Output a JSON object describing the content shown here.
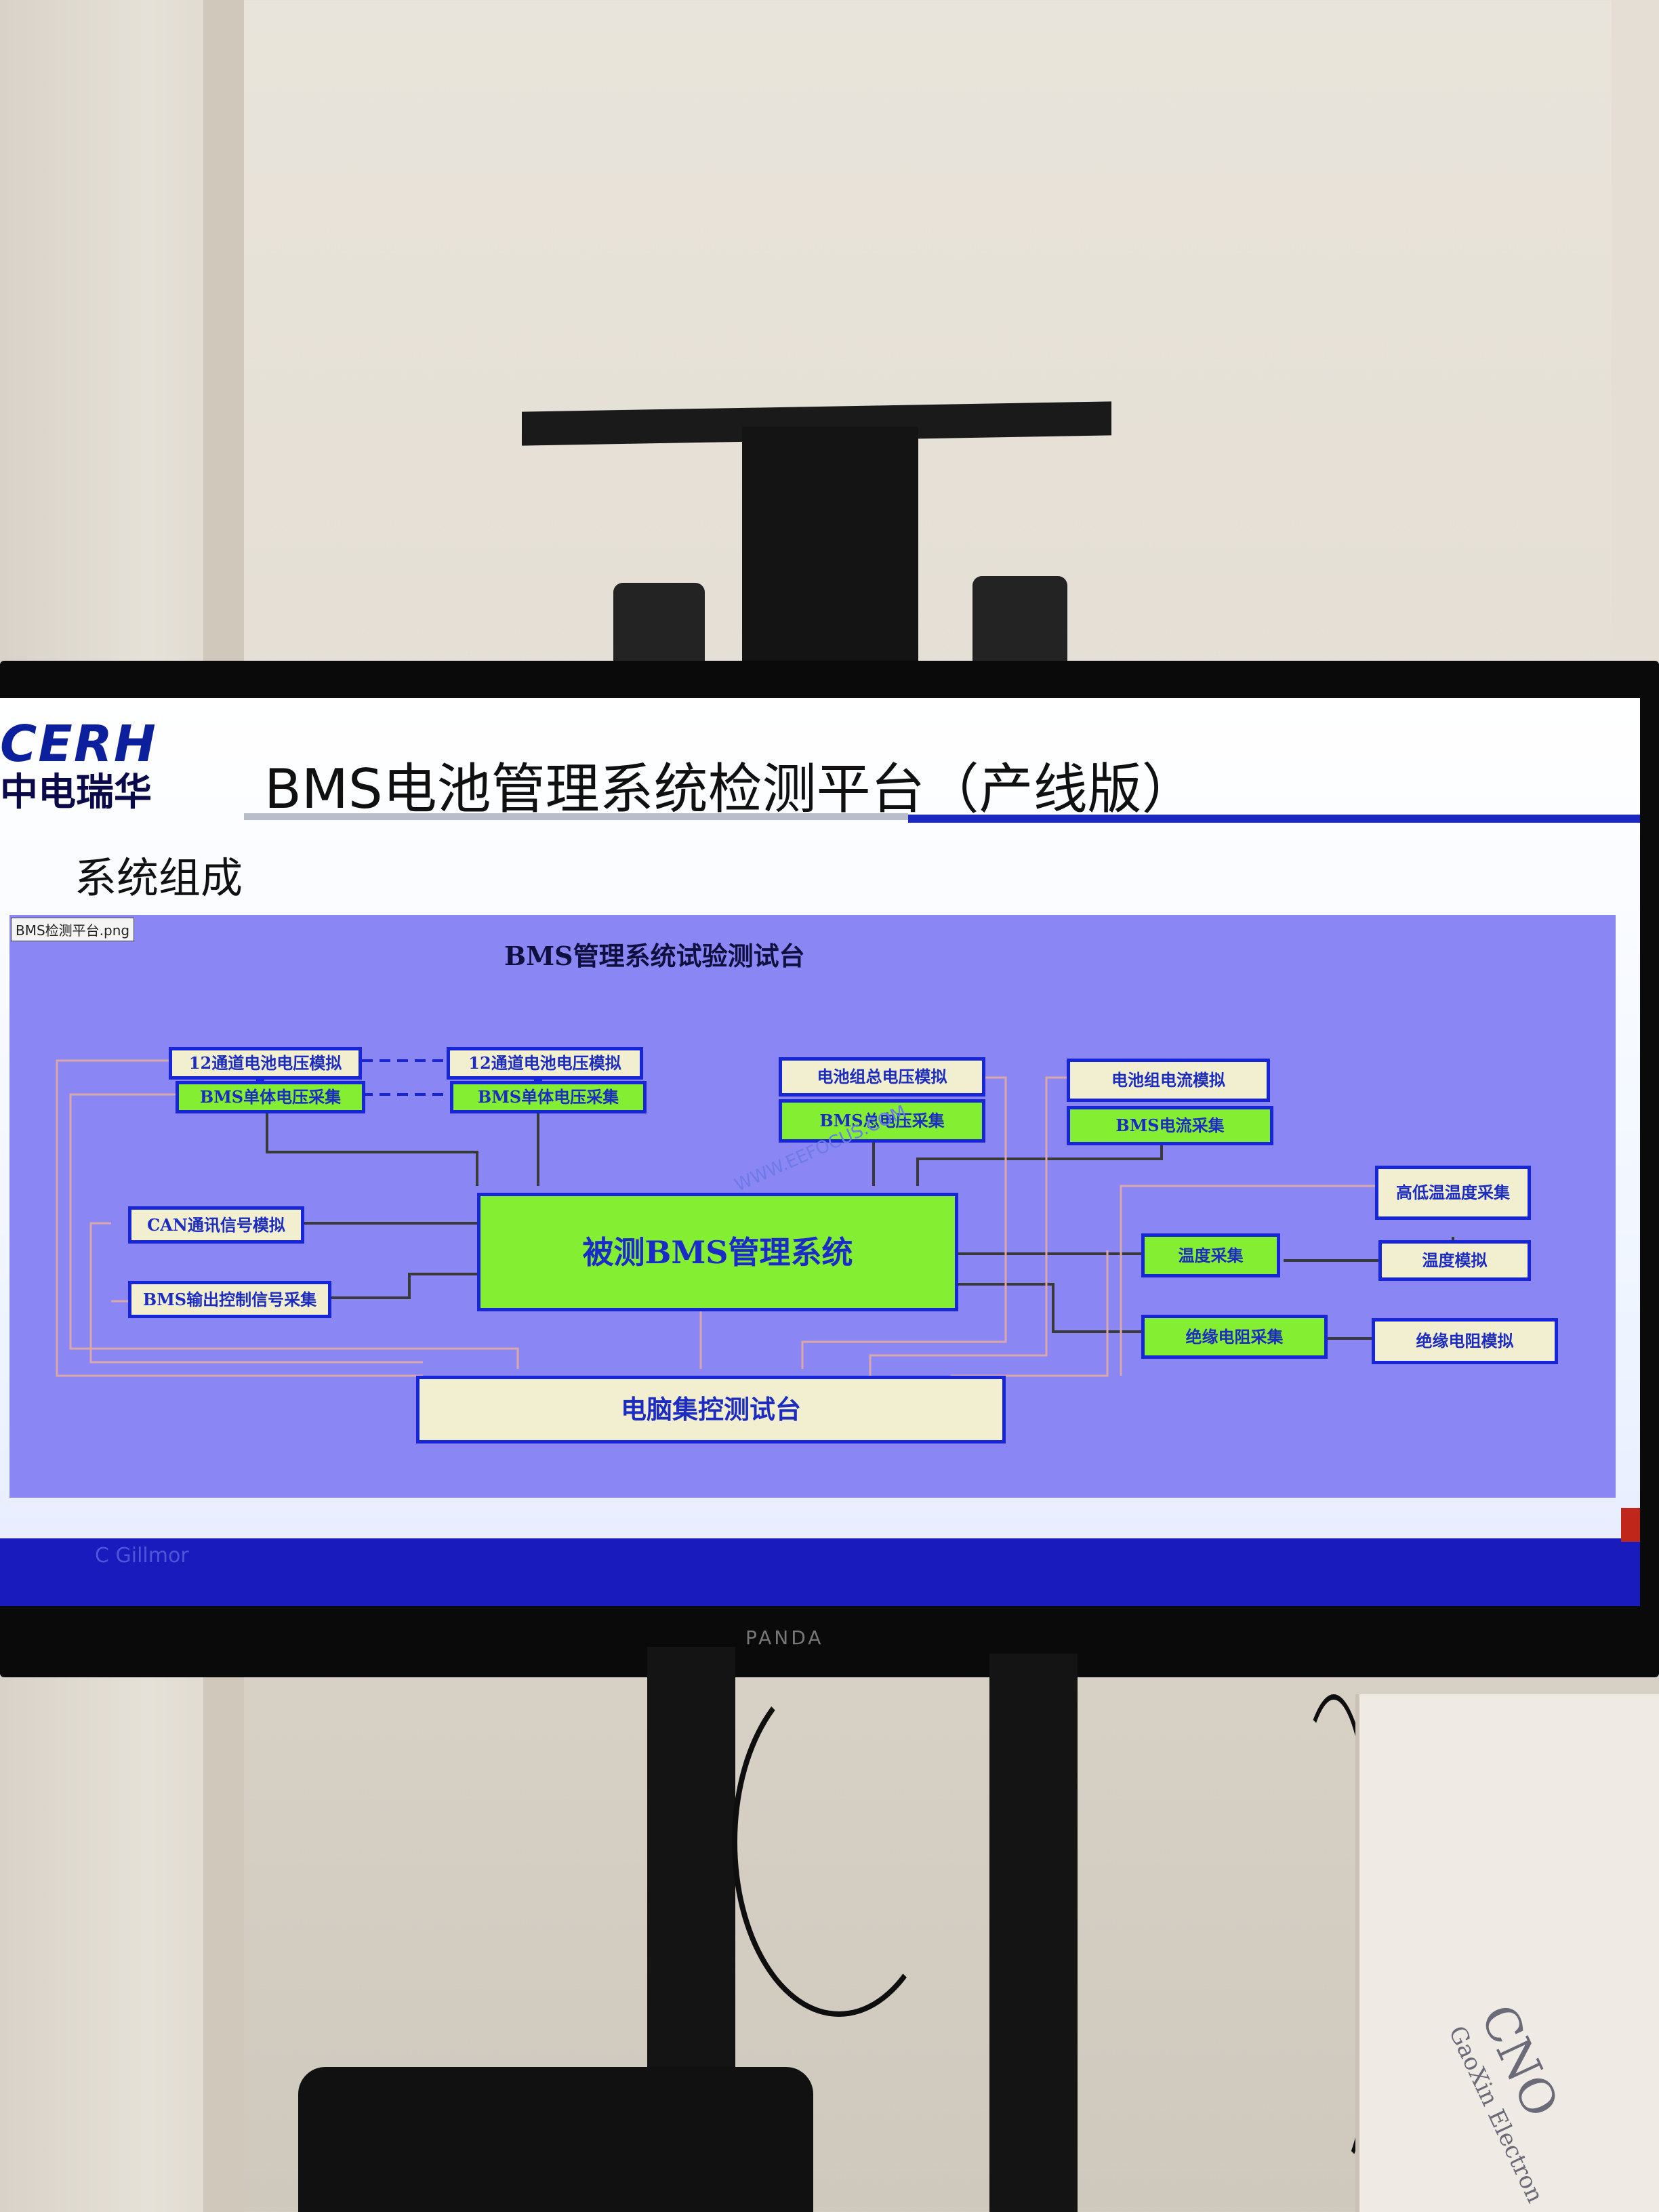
{
  "brand": {
    "name_en": "CERH",
    "name_cn": "中电瑞华"
  },
  "slide": {
    "title": "BMS电池管理系统检测平台（产线版）",
    "section": "系统组成",
    "footer": "C Gillmor"
  },
  "diagram": {
    "file_tag": "BMS检测平台.png",
    "title": "BMS管理系统试验测试台",
    "nodes": {
      "cell_v_sim_1": "12通道电池电压模拟",
      "cell_v_sim_2": "12通道电池电压模拟",
      "cell_v_acq_1": "BMS单体电压采集",
      "cell_v_acq_2": "BMS单体电压采集",
      "pack_v_sim": "电池组总电压模拟",
      "pack_v_acq": "BMS总电压采集",
      "pack_i_sim": "电池组电流模拟",
      "pack_i_acq": "BMS电流采集",
      "can_sim": "CAN通讯信号模拟",
      "output_ctrl": "BMS输出控制信号采集",
      "bms_core": "被测BMS管理系统",
      "high_low_temp": "高低温温度采集",
      "temp_acq": "温度采集",
      "temp_sim": "温度模拟",
      "insulation_acq": "绝缘电阻采集",
      "insulation_sim": "绝缘电阻模拟",
      "pc_console": "电脑集控测试台"
    }
  },
  "monitor": {
    "brand": "PANDA"
  },
  "watermark": "WWW.EEFOCUS.COM",
  "box_text": {
    "line1": "CNO",
    "line2": "GaoXin Electron"
  },
  "colors": {
    "diagram_bg": "#8a86f4",
    "node_green": "#84ef32",
    "node_beige": "#f1efcf",
    "node_border": "#1626d8",
    "brand_blue": "#0c1f9c"
  }
}
